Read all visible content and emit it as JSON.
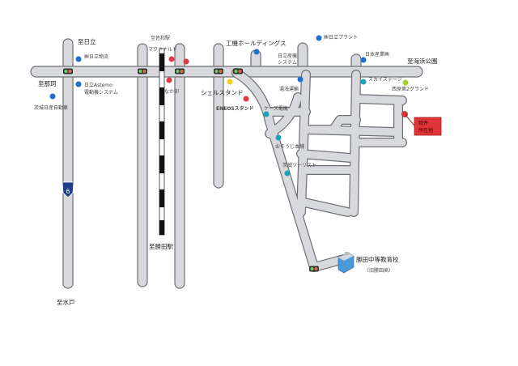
{
  "colors": {
    "road": "#d8d9dc",
    "blue": "#1e6fd0",
    "red": "#e03a4a",
    "yellow": "#f2d21b",
    "teal": "#1aa3b8",
    "green": "#a8cf3a",
    "target": "#e2333a"
  },
  "directions": {
    "hitachi": "至日立",
    "sawa_station": "至佐和駅",
    "nakaminato": "至那珂",
    "kaihin_park": "至海浜公園",
    "katsuta_station": "至勝田駅",
    "mito": "至水戸"
  },
  "places": [
    {
      "name": "㈱日立物流",
      "color": "blue"
    },
    {
      "name": "日立Astemo",
      "color": "blue"
    },
    {
      "name": "電動機システム",
      "color": "blue"
    },
    {
      "name": "茨城日産自動車",
      "color": "blue"
    },
    {
      "name": "マクドナルド",
      "color": "red"
    },
    {
      "name": "なか卯",
      "color": "red"
    },
    {
      "name": "工機ホールディングス",
      "color": "blue"
    },
    {
      "name": "シェルスタンド",
      "color": "yellow"
    },
    {
      "name": "ENEOSスタンド",
      "color": "red"
    },
    {
      "name": "ケーズ電機",
      "color": "teal"
    },
    {
      "name": "日立産機",
      "color": "blue"
    },
    {
      "name": "システム",
      "color": "blue"
    },
    {
      "name": "㈱日立プラント",
      "color": "blue"
    },
    {
      "name": "日本産業㈱",
      "color": "blue"
    },
    {
      "name": "湯浅運輸",
      "color": "blue"
    },
    {
      "name": "スカイステージ",
      "color": "teal"
    },
    {
      "name": "西原第2グランド",
      "color": "green"
    },
    {
      "name": "おそうじ本舗",
      "color": "teal"
    },
    {
      "name": "茨城ツーリスト",
      "color": "teal"
    }
  ],
  "route_sign": "6",
  "target": {
    "line1": "物件",
    "line2": "所在地"
  },
  "school": {
    "name": "勝田中等教育校",
    "old_name": "（旧勝田高）"
  }
}
